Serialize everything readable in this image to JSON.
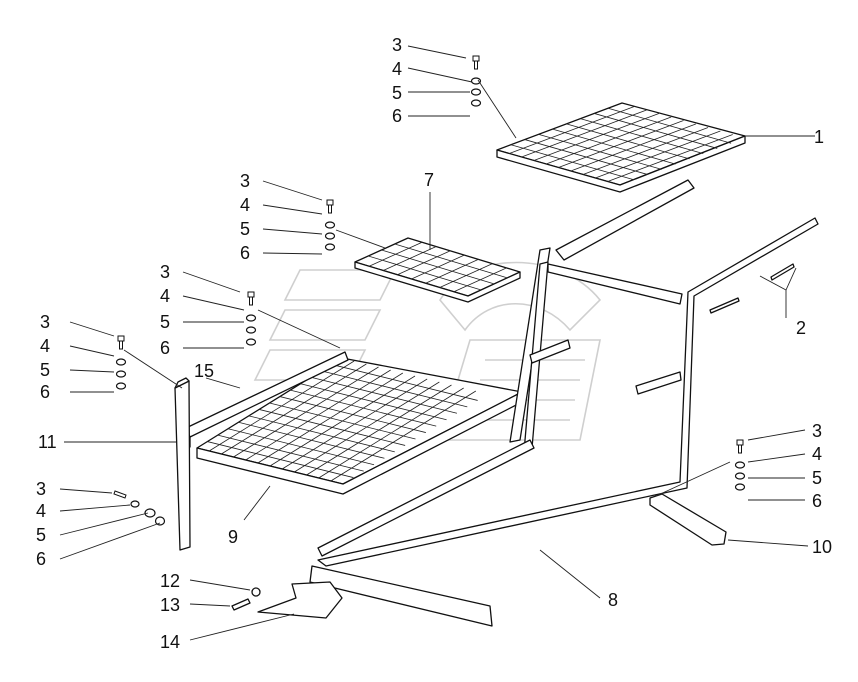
{
  "labels": {
    "l1": "1",
    "l2": "2",
    "l3": "3",
    "l4": "4",
    "l5": "5",
    "l6": "6",
    "l7": "7",
    "l8": "8",
    "l9": "9",
    "l10": "10",
    "l11": "11",
    "l12": "12",
    "l13": "13",
    "l14": "14",
    "l15": "15"
  },
  "colors": {
    "line": "#111111",
    "watermark": "#cfcfcf",
    "background": "#ffffff"
  }
}
